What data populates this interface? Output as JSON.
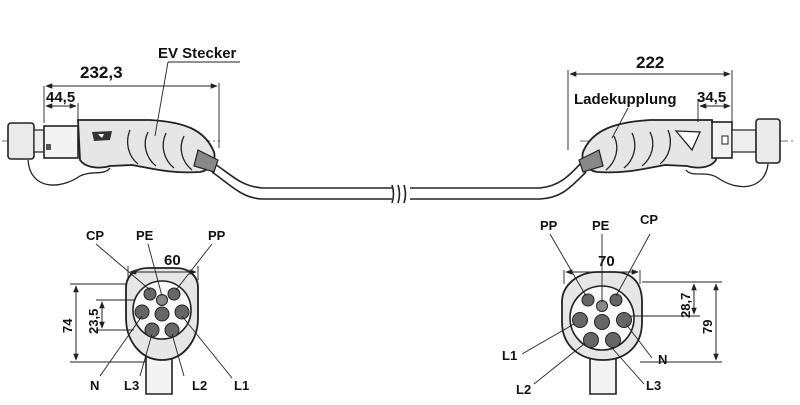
{
  "top_left": {
    "dim_total": "232,3",
    "dim_tip": "44,5",
    "callout": "EV Stecker"
  },
  "top_right": {
    "dim_total": "222",
    "dim_tip": "34,5",
    "callout": "Ladekupplung"
  },
  "face_left": {
    "top_labels": {
      "cp": "CP",
      "pe": "PE",
      "pp": "PP"
    },
    "dim_width": "60",
    "dim_height": "74",
    "dim_inner": "23,5",
    "bottom_labels": {
      "n": "N",
      "l3": "L3",
      "l2": "L2",
      "l1": "L1"
    }
  },
  "face_right": {
    "top_labels": {
      "pp": "PP",
      "pe": "PE",
      "cp": "CP"
    },
    "dim_width": "70",
    "dim_height": "79",
    "dim_inner": "28,7",
    "side_labels": {
      "l1": "L1",
      "l2": "L2",
      "n": "N",
      "l3": "L3"
    }
  },
  "colors": {
    "line": "#222222",
    "fill": "#e6e6e6",
    "dark": "#555555"
  }
}
